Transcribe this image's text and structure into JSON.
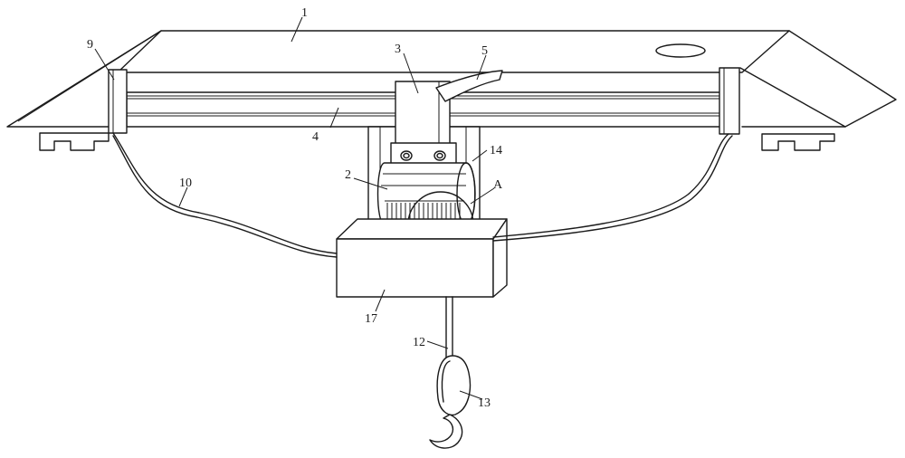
{
  "labels": {
    "n1": "1",
    "n2": "2",
    "n3": "3",
    "n4": "4",
    "n5": "5",
    "n9": "9",
    "n10": "10",
    "n12": "12",
    "n13": "13",
    "n14": "14",
    "n17": "17",
    "nA": "A"
  }
}
